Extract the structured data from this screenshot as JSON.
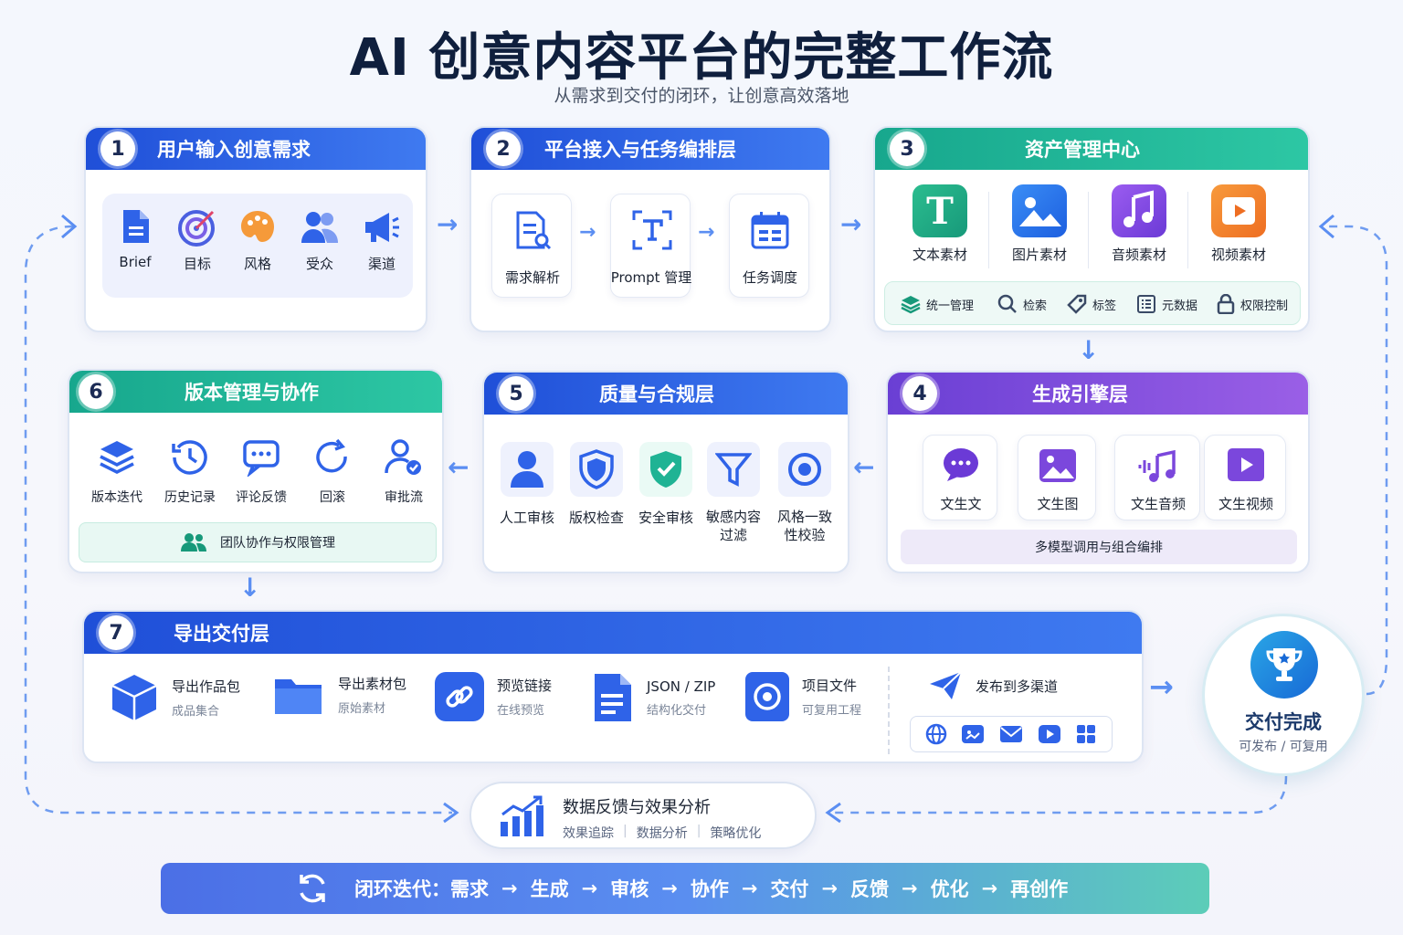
{
  "title": "AI 创意内容平台的完整工作流",
  "subtitle": "从需求到交付的闭环，让创意高效落地",
  "step1": {
    "num": "1",
    "title": "用户输入创意需求",
    "items": [
      "Brief",
      "目标",
      "风格",
      "受众",
      "渠道"
    ]
  },
  "step2": {
    "num": "2",
    "title": "平台接入与任务编排层",
    "items": [
      "需求解析",
      "Prompt 管理",
      "任务调度"
    ]
  },
  "step3": {
    "num": "3",
    "title": "资产管理中心",
    "assets": [
      "文本素材",
      "图片素材",
      "音频素材",
      "视频素材"
    ],
    "tools": [
      "统一管理",
      "检索",
      "标签",
      "元数据",
      "权限控制"
    ]
  },
  "step4": {
    "num": "4",
    "title": "生成引擎层",
    "items": [
      "文生文",
      "文生图",
      "文生音频",
      "文生视频"
    ],
    "footer": "多模型调用与组合编排"
  },
  "step5": {
    "num": "5",
    "title": "质量与合规层",
    "items": [
      "人工审核",
      "版权检查",
      "安全审核",
      "敏感内容过滤",
      "风格一致性校验"
    ]
  },
  "step6": {
    "num": "6",
    "title": "版本管理与协作",
    "items": [
      "版本迭代",
      "历史记录",
      "评论反馈",
      "回滚",
      "审批流"
    ],
    "footer": "团队协作与权限管理"
  },
  "step7": {
    "num": "7",
    "title": "导出交付层",
    "exports": [
      {
        "label": "导出作品包",
        "sub": "成品集合"
      },
      {
        "label": "导出素材包",
        "sub": "原始素材"
      },
      {
        "label": "预览链接",
        "sub": "在线预览"
      },
      {
        "label": "JSON / ZIP",
        "sub": "结构化交付"
      },
      {
        "label": "项目文件",
        "sub": "可复用工程"
      }
    ],
    "publish": "发布到多渠道"
  },
  "delivery": {
    "title": "交付完成",
    "sub": "可发布 / 可复用"
  },
  "feedback": {
    "title": "数据反馈与效果分析",
    "subs": [
      "效果追踪",
      "数据分析",
      "策略优化"
    ]
  },
  "loop": {
    "label": "闭环迭代：",
    "steps": [
      "需求",
      "生成",
      "审核",
      "协作",
      "交付",
      "反馈",
      "优化",
      "再创作"
    ]
  },
  "colors": {
    "blue": "#2456e0",
    "teal": "#1fb394",
    "purple": "#7b47dc",
    "orange": "#f07a2a"
  }
}
